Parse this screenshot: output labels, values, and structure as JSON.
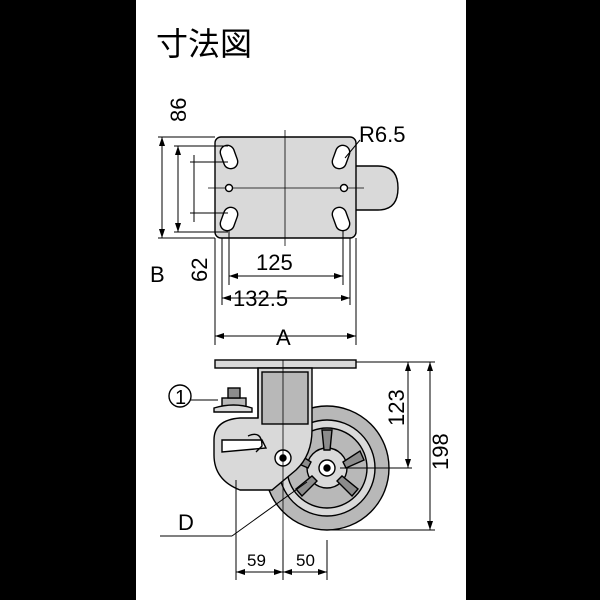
{
  "title": "寸法図",
  "labels": {
    "h86": "86",
    "h62": "62",
    "b": "B",
    "r": "R6.5",
    "w125": "125",
    "w1325": "132.5",
    "a": "A",
    "n1": "1",
    "h123": "123",
    "h198": "198",
    "d": "D",
    "w59": "59",
    "w50": "50"
  },
  "colors": {
    "line": "#000000",
    "fill_light": "#d9d9d9",
    "fill_mid": "#b8b8b8",
    "fill_dark": "#8c8c8c"
  }
}
